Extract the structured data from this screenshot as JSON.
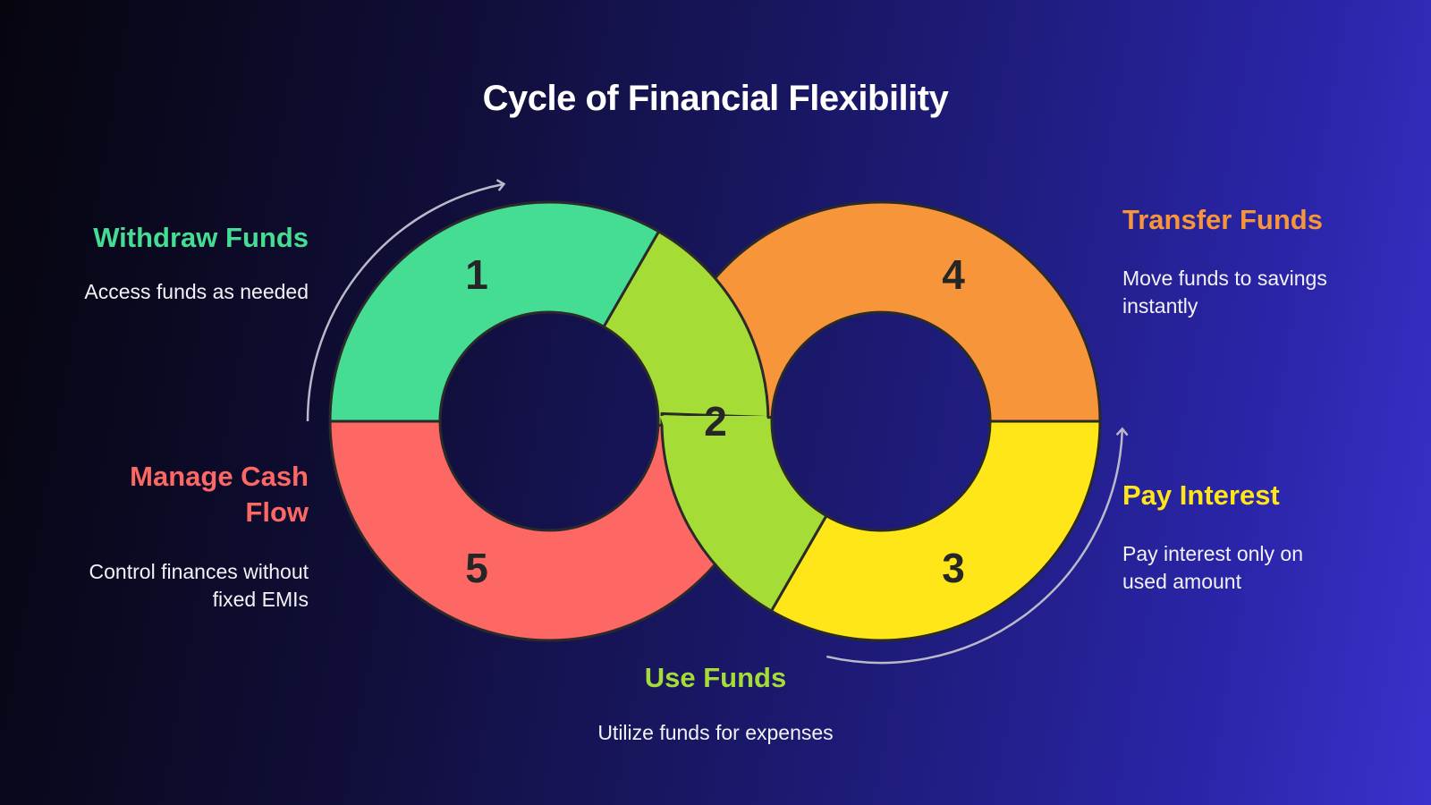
{
  "title": "Cycle of Financial Flexibility",
  "steps": [
    {
      "number": "1",
      "heading": "Withdraw Funds",
      "description": "Access funds as needed",
      "color": "#44dd93"
    },
    {
      "number": "2",
      "heading": "Use Funds",
      "description": "Utilize funds for expenses",
      "color": "#a5dc36"
    },
    {
      "number": "3",
      "heading": "Pay Interest",
      "description_lines": [
        "Pay interest only on",
        "used amount"
      ],
      "color": "#ffe619"
    },
    {
      "number": "4",
      "heading": "Transfer Funds",
      "description_lines": [
        "Move funds to savings",
        "instantly"
      ],
      "color": "#f7953a"
    },
    {
      "number": "5",
      "heading_lines": [
        "Manage Cash",
        "Flow"
      ],
      "description_lines": [
        "Control finances without",
        "fixed EMIs"
      ],
      "color": "#fd6764"
    }
  ],
  "colors": {
    "outline": "#2a2a2a",
    "arrow": "#b9b9c9"
  }
}
